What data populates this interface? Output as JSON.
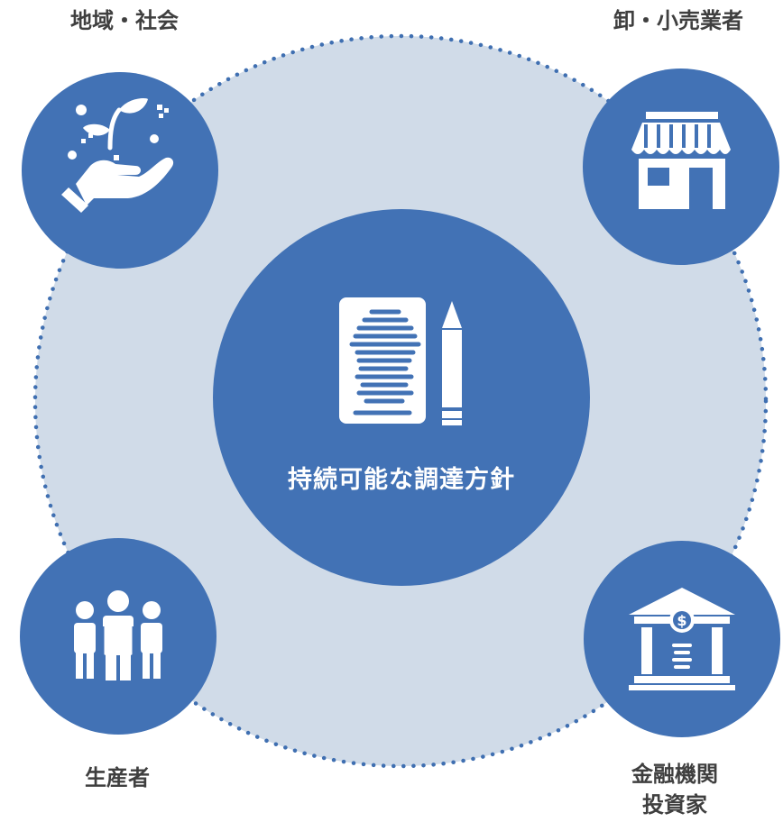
{
  "center": {
    "title": "持続可能な調達方針",
    "icon": "document-pencil-icon"
  },
  "stakeholders": {
    "community": {
      "label": "地域・社会",
      "icon": "hand-sprout-icon"
    },
    "retailers": {
      "label": "卸・小売業者",
      "icon": "storefront-icon"
    },
    "producers": {
      "label": "生産者",
      "icon": "people-group-icon"
    },
    "finance": {
      "label_line1": "金融機関",
      "label_line2": "投資家",
      "icon": "bank-dollar-icon"
    }
  },
  "colors": {
    "node": "#4272b5",
    "ring_fill": "#d0dbe8",
    "dotted_line": "#3f6fb1",
    "label_text": "#3f3f3f",
    "icon": "#ffffff"
  }
}
